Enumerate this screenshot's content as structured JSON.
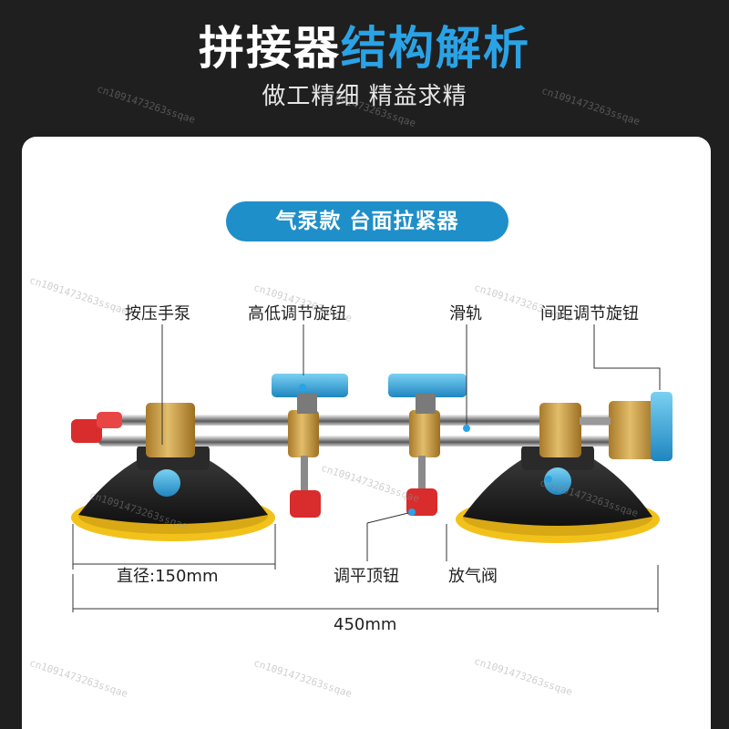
{
  "header": {
    "title_part1": "拼接器",
    "title_part2": "结构解析",
    "subtitle": "做工精细 精益求精"
  },
  "badge": {
    "text": "气泵款 台面拉紧器"
  },
  "labels": {
    "pump": "按压手泵",
    "height_knob": "高低调节旋钮",
    "rail": "滑轨",
    "spacing_knob": "间距调节旋钮",
    "diameter": "直径:150mm",
    "leveling_knob": "调平顶钮",
    "release_valve": "放气阀",
    "total_length": "450mm"
  },
  "watermark": {
    "text": "cn1091473263ssqae"
  },
  "colors": {
    "accent_blue": "#1f8fc9",
    "title_blue": "#2aa3e6",
    "brass": "#c9a04a",
    "knob_red": "#e23a3a",
    "cup_yellow": "#f2c21b",
    "knob_blue": "#2fa6dc"
  }
}
